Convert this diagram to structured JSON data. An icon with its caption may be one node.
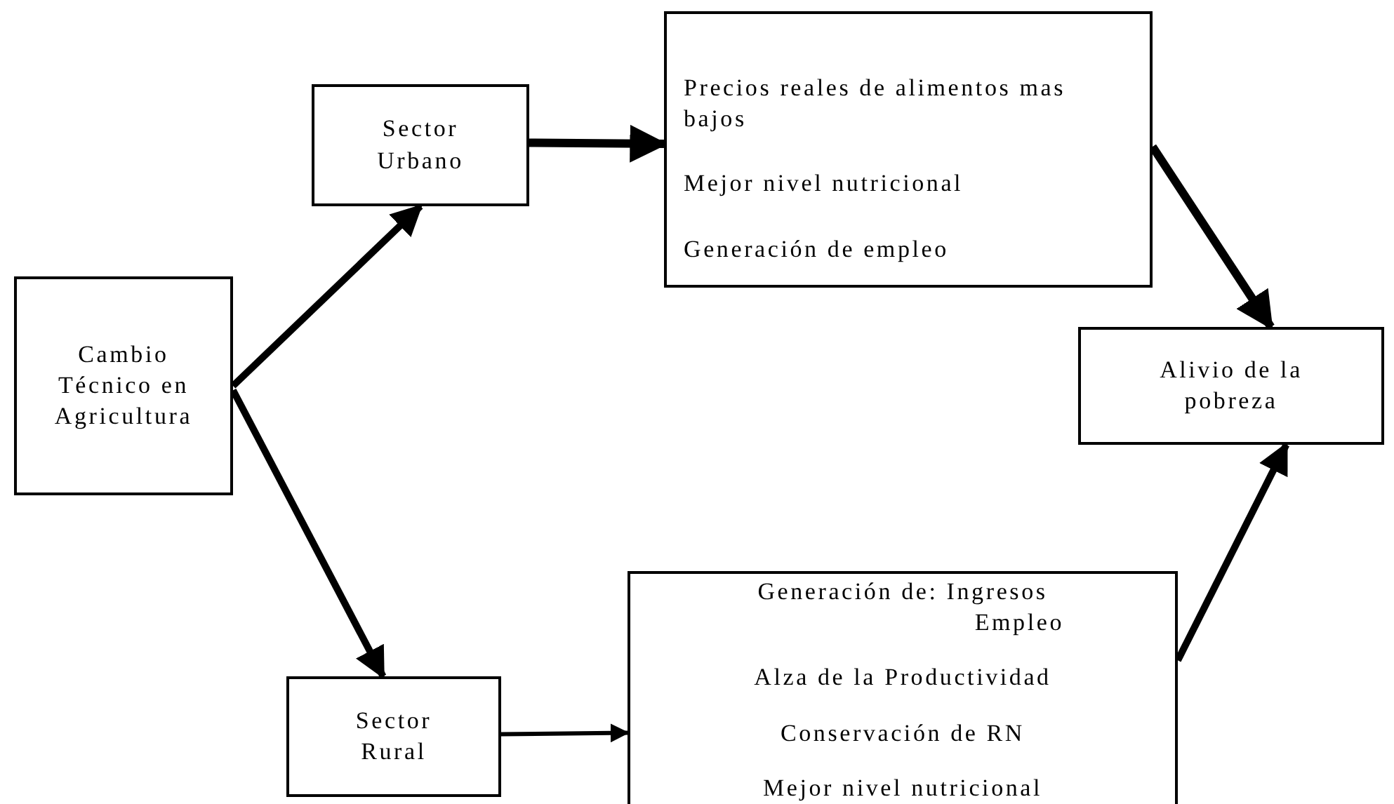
{
  "diagram": {
    "nodes": [
      {
        "text": [
          "Cambio Técnico en Agricultura"
        ]
      },
      {
        "text": [
          "Sector Urbano"
        ]
      },
      {
        "text": [
          "Precios reales de alimentos mas bajos",
          "Mejor nivel nutricional",
          "Generación de empleo"
        ]
      },
      {
        "text": [
          "Alivio de la pobreza"
        ]
      },
      {
        "text": [
          "Sector Rural"
        ]
      },
      {
        "text": [
          "Generación de: Ingresos Empleo",
          "Alza de la Productividad",
          "Conservación de RN",
          "Mejor nivel nutricional"
        ]
      }
    ],
    "edges": [
      {
        "from": 0,
        "to": 1,
        "arrow": "to"
      },
      {
        "from": 0,
        "to": 4,
        "arrow": "to"
      },
      {
        "from": 1,
        "to": 2,
        "arrow": "to"
      },
      {
        "from": 4,
        "to": 5,
        "arrow": "to"
      },
      {
        "from": 2,
        "to": 3,
        "arrow": "to"
      },
      {
        "from": 5,
        "to": 3,
        "arrow": "to"
      }
    ]
  }
}
